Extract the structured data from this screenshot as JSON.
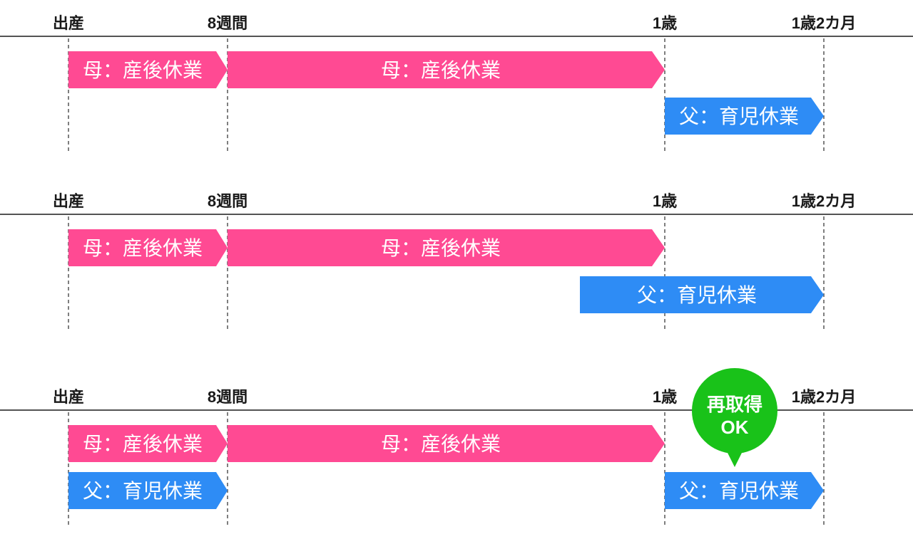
{
  "colors": {
    "mother": "#ff4a93",
    "father": "#2e8cf5",
    "callout": "#19c219",
    "axis": "#1a1a1a",
    "guide": "#555555"
  },
  "timeline_labels": [
    "出産",
    "8週間",
    "1歳",
    "1歳2カ月"
  ],
  "bar_labels": {
    "mother": "母：産後休業",
    "father": "父：育児休業"
  },
  "callout": {
    "line1": "再取得",
    "line2": "OK"
  },
  "scenarios": [
    {
      "bars": [
        {
          "role": "mother",
          "start": "出産",
          "end": "8週間",
          "label": "母：産後休業"
        },
        {
          "role": "mother",
          "start": "8週間",
          "end": "1歳",
          "label": "母：産後休業"
        },
        {
          "role": "father",
          "start": "1歳",
          "end": "1歳2カ月",
          "label": "父：育児休業"
        }
      ]
    },
    {
      "bars": [
        {
          "role": "mother",
          "start": "出産",
          "end": "8週間",
          "label": "母：産後休業"
        },
        {
          "role": "mother",
          "start": "8週間",
          "end": "1歳",
          "label": "母：産後休業"
        },
        {
          "role": "father",
          "start": "before 1歳",
          "end": "1歳2カ月",
          "label": "父：育児休業"
        }
      ]
    },
    {
      "bars": [
        {
          "role": "mother",
          "start": "出産",
          "end": "8週間",
          "label": "母：産後休業"
        },
        {
          "role": "mother",
          "start": "8週間",
          "end": "1歳",
          "label": "母：産後休業"
        },
        {
          "role": "father",
          "start": "出産",
          "end": "8週間",
          "label": "父：育児休業"
        },
        {
          "role": "father",
          "start": "1歳",
          "end": "1歳2カ月",
          "label": "父：育児休業"
        }
      ],
      "callout": true
    }
  ]
}
